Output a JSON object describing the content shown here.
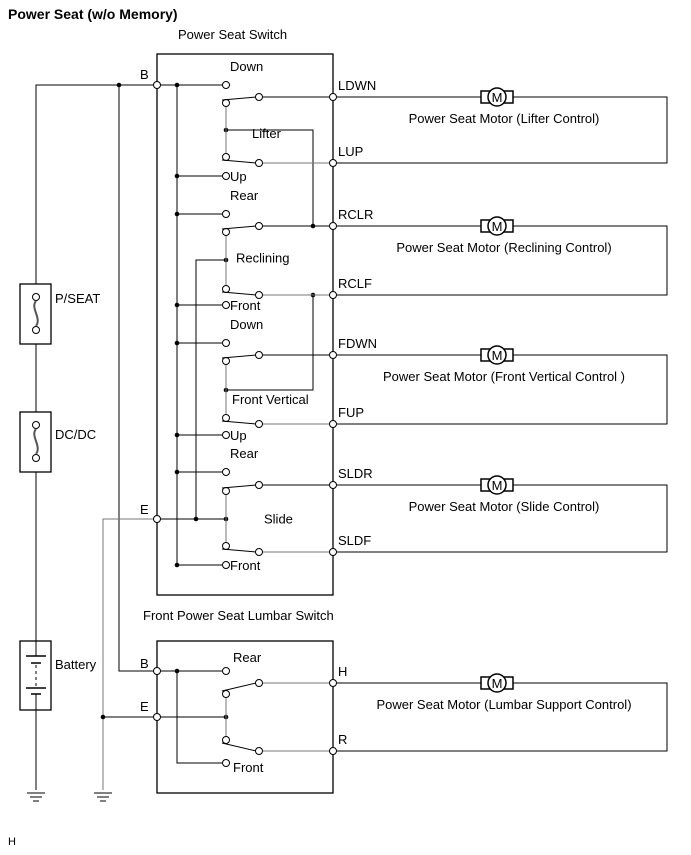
{
  "title": "Power Seat (w/o Memory)",
  "footer_mark": "H",
  "power_seat_switch": {
    "label": "Power Seat Switch",
    "pin_b": "B",
    "pin_e": "E",
    "sections": [
      {
        "name": "Lifter",
        "top_contact": "Down",
        "bottom_contact": "Up"
      },
      {
        "name": "Reclining",
        "top_contact": "Rear",
        "bottom_contact": "Front"
      },
      {
        "name": "Front Vertical",
        "top_contact": "Down",
        "bottom_contact": "Up"
      },
      {
        "name": "Slide",
        "top_contact": "Rear",
        "bottom_contact": "Front"
      }
    ]
  },
  "lumbar_switch": {
    "label": "Front Power Seat Lumbar Switch",
    "pin_b": "B",
    "pin_e": "E",
    "top_contact": "Rear",
    "bottom_contact": "Front"
  },
  "motors": [
    {
      "label": "Power Seat Motor (Lifter Control)",
      "pin_top": "LDWN",
      "pin_bottom": "LUP",
      "symbol": "M"
    },
    {
      "label": "Power Seat Motor (Reclining Control)",
      "pin_top": "RCLR",
      "pin_bottom": "RCLF",
      "symbol": "M"
    },
    {
      "label": "Power Seat Motor (Front Vertical Control )",
      "pin_top": "FDWN",
      "pin_bottom": "FUP",
      "symbol": "M"
    },
    {
      "label": "Power Seat Motor (Slide Control)",
      "pin_top": "SLDR",
      "pin_bottom": "SLDF",
      "symbol": "M"
    },
    {
      "label": "Power Seat Motor (Lumbar Support Control)",
      "pin_top": "H",
      "pin_bottom": "R",
      "symbol": "M"
    }
  ],
  "fuses": [
    {
      "label": "P/SEAT"
    },
    {
      "label": "DC/DC"
    }
  ],
  "battery": {
    "label": "Battery"
  }
}
